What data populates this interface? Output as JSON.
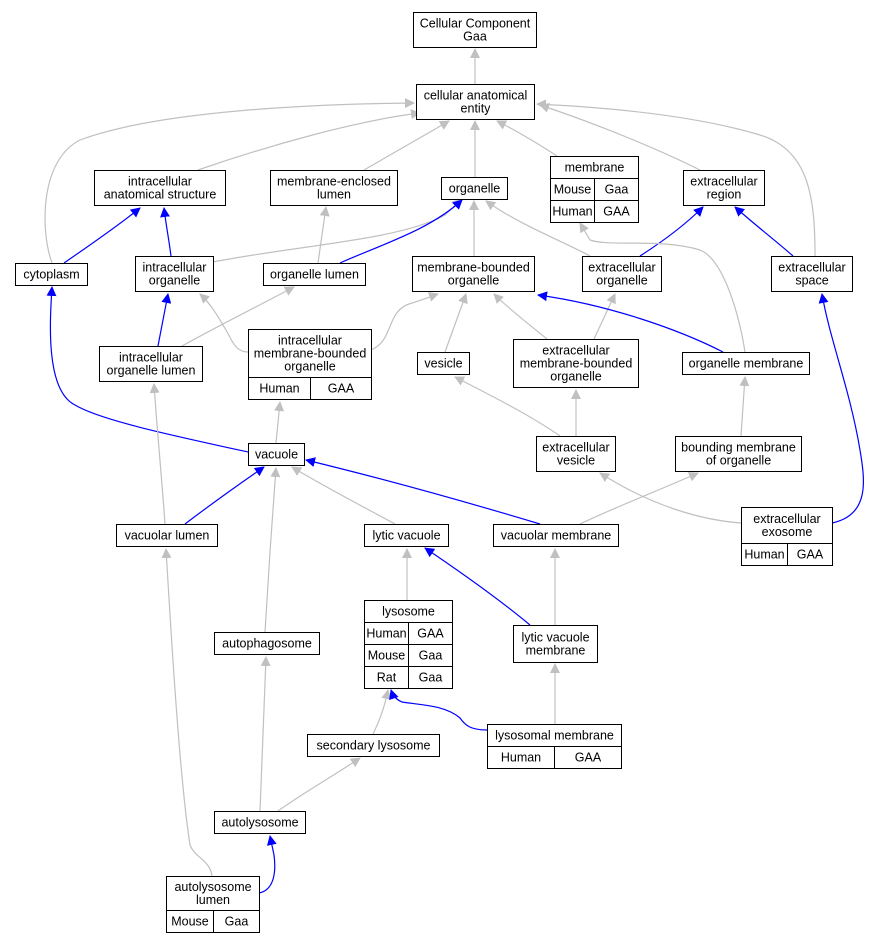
{
  "colors": {
    "blue_edge": "#0000ff",
    "grey_edge": "#c0c0c0",
    "Human": "#ff6347",
    "Mouse": "#add8e6",
    "Rat": "#ffd700"
  },
  "nodes": {
    "cellular_component": [
      "Cellular Component",
      "Gaa"
    ],
    "cellular_anatomical_entity": [
      "cellular anatomical",
      "entity"
    ],
    "intracellular_anatomical_structure": [
      "intracellular",
      "anatomical structure"
    ],
    "membrane_enclosed_lumen": [
      "membrane-enclosed",
      "lumen"
    ],
    "organelle": [
      "organelle"
    ],
    "membrane": [
      "membrane"
    ],
    "extracellular_region": [
      "extracellular",
      "region"
    ],
    "cytoplasm": [
      "cytoplasm"
    ],
    "intracellular_organelle": [
      "intracellular",
      "organelle"
    ],
    "organelle_lumen": [
      "organelle lumen"
    ],
    "membrane_bounded_organelle": [
      "membrane-bounded",
      "organelle"
    ],
    "extracellular_organelle": [
      "extracellular",
      "organelle"
    ],
    "extracellular_space": [
      "extracellular",
      "space"
    ],
    "intracellular_organelle_lumen": [
      "intracellular",
      "organelle lumen"
    ],
    "intracellular_membrane_bounded_organelle": [
      "intracellular",
      "membrane-bounded",
      "organelle"
    ],
    "vesicle": [
      "vesicle"
    ],
    "extracellular_membrane_bounded_organelle": [
      "extracellular",
      "membrane-bounded",
      "organelle"
    ],
    "organelle_membrane": [
      "organelle membrane"
    ],
    "vacuole": [
      "vacuole"
    ],
    "extracellular_vesicle": [
      "extracellular",
      "vesicle"
    ],
    "bounding_membrane_of_organelle": [
      "bounding membrane",
      "of organelle"
    ],
    "vacuolar_lumen": [
      "vacuolar lumen"
    ],
    "lytic_vacuole": [
      "lytic vacuole"
    ],
    "vacuolar_membrane": [
      "vacuolar membrane"
    ],
    "extracellular_exosome": [
      "extracellular",
      "exosome"
    ],
    "lysosome": [
      "lysosome"
    ],
    "autophagosome": [
      "autophagosome"
    ],
    "lytic_vacuole_membrane": [
      "lytic vacuole",
      "membrane"
    ],
    "secondary_lysosome": [
      "secondary lysosome"
    ],
    "lysosomal_membrane": [
      "lysosomal membrane"
    ],
    "autolysosome": [
      "autolysosome"
    ],
    "autolysosome_lumen": [
      "autolysosome",
      "lumen"
    ]
  },
  "annotations": {
    "membrane": [
      [
        "Mouse",
        "Gaa"
      ],
      [
        "Human",
        "GAA"
      ]
    ],
    "intracellular_membrane_bounded_organelle": [
      [
        "Human",
        "GAA"
      ]
    ],
    "extracellular_exosome": [
      [
        "Human",
        "GAA"
      ]
    ],
    "lysosome": [
      [
        "Human",
        "GAA"
      ],
      [
        "Mouse",
        "Gaa"
      ],
      [
        "Rat",
        "Gaa"
      ]
    ],
    "lysosomal_membrane": [
      [
        "Human",
        "GAA"
      ]
    ],
    "autolysosome_lumen": [
      [
        "Mouse",
        "Gaa"
      ]
    ]
  },
  "edges": [
    {
      "from": "cellular_anatomical_entity",
      "to": "cellular_component",
      "color": "grey"
    },
    {
      "from": "intracellular_anatomical_structure",
      "to": "cellular_anatomical_entity",
      "color": "grey"
    },
    {
      "from": "membrane_enclosed_lumen",
      "to": "cellular_anatomical_entity",
      "color": "grey"
    },
    {
      "from": "organelle",
      "to": "cellular_anatomical_entity",
      "color": "grey"
    },
    {
      "from": "membrane",
      "to": "cellular_anatomical_entity",
      "color": "grey"
    },
    {
      "from": "extracellular_region",
      "to": "cellular_anatomical_entity",
      "color": "grey"
    },
    {
      "from": "cytoplasm",
      "to": "cellular_anatomical_entity",
      "color": "grey"
    },
    {
      "from": "extracellular_space",
      "to": "cellular_anatomical_entity",
      "color": "grey"
    },
    {
      "from": "cytoplasm",
      "to": "intracellular_anatomical_structure",
      "color": "blue"
    },
    {
      "from": "intracellular_organelle",
      "to": "intracellular_anatomical_structure",
      "color": "blue"
    },
    {
      "from": "intracellular_organelle",
      "to": "organelle",
      "color": "grey"
    },
    {
      "from": "organelle_lumen",
      "to": "organelle",
      "color": "blue"
    },
    {
      "from": "organelle_lumen",
      "to": "membrane_enclosed_lumen",
      "color": "grey"
    },
    {
      "from": "membrane_bounded_organelle",
      "to": "organelle",
      "color": "grey"
    },
    {
      "from": "extracellular_organelle",
      "to": "organelle",
      "color": "grey"
    },
    {
      "from": "extracellular_organelle",
      "to": "extracellular_region",
      "color": "blue"
    },
    {
      "from": "extracellular_space",
      "to": "extracellular_region",
      "color": "blue"
    },
    {
      "from": "intracellular_organelle_lumen",
      "to": "intracellular_organelle",
      "color": "blue"
    },
    {
      "from": "intracellular_organelle_lumen",
      "to": "organelle_lumen",
      "color": "grey"
    },
    {
      "from": "intracellular_membrane_bounded_organelle",
      "to": "intracellular_organelle",
      "color": "grey"
    },
    {
      "from": "intracellular_membrane_bounded_organelle",
      "to": "membrane_bounded_organelle",
      "color": "grey"
    },
    {
      "from": "vesicle",
      "to": "membrane_bounded_organelle",
      "color": "grey"
    },
    {
      "from": "extracellular_membrane_bounded_organelle",
      "to": "membrane_bounded_organelle",
      "color": "grey"
    },
    {
      "from": "extracellular_membrane_bounded_organelle",
      "to": "extracellular_organelle",
      "color": "grey"
    },
    {
      "from": "organelle_membrane",
      "to": "membrane_bounded_organelle",
      "color": "blue"
    },
    {
      "from": "organelle_membrane",
      "to": "membrane",
      "color": "grey"
    },
    {
      "from": "vacuole",
      "to": "cytoplasm",
      "color": "blue"
    },
    {
      "from": "vacuole",
      "to": "intracellular_membrane_bounded_organelle",
      "color": "grey"
    },
    {
      "from": "extracellular_vesicle",
      "to": "vesicle",
      "color": "grey"
    },
    {
      "from": "extracellular_vesicle",
      "to": "extracellular_membrane_bounded_organelle",
      "color": "grey"
    },
    {
      "from": "bounding_membrane_of_organelle",
      "to": "organelle_membrane",
      "color": "grey"
    },
    {
      "from": "vacuolar_lumen",
      "to": "intracellular_organelle_lumen",
      "color": "grey"
    },
    {
      "from": "vacuolar_lumen",
      "to": "vacuole",
      "color": "blue"
    },
    {
      "from": "lytic_vacuole",
      "to": "vacuole",
      "color": "grey"
    },
    {
      "from": "vacuolar_membrane",
      "to": "vacuole",
      "color": "blue"
    },
    {
      "from": "vacuolar_membrane",
      "to": "bounding_membrane_of_organelle",
      "color": "grey"
    },
    {
      "from": "extracellular_exosome",
      "to": "extracellular_vesicle",
      "color": "grey"
    },
    {
      "from": "extracellular_exosome",
      "to": "extracellular_space",
      "color": "blue"
    },
    {
      "from": "lysosome",
      "to": "lytic_vacuole",
      "color": "grey"
    },
    {
      "from": "autophagosome",
      "to": "vacuole",
      "color": "grey"
    },
    {
      "from": "lytic_vacuole_membrane",
      "to": "lytic_vacuole",
      "color": "blue"
    },
    {
      "from": "lytic_vacuole_membrane",
      "to": "vacuolar_membrane",
      "color": "grey"
    },
    {
      "from": "secondary_lysosome",
      "to": "lysosome",
      "color": "grey"
    },
    {
      "from": "lysosomal_membrane",
      "to": "lysosome",
      "color": "blue"
    },
    {
      "from": "lysosomal_membrane",
      "to": "lytic_vacuole_membrane",
      "color": "grey"
    },
    {
      "from": "autolysosome",
      "to": "autophagosome",
      "color": "grey"
    },
    {
      "from": "autolysosome",
      "to": "secondary_lysosome",
      "color": "grey"
    },
    {
      "from": "autolysosome_lumen",
      "to": "vacuolar_lumen",
      "color": "grey"
    },
    {
      "from": "autolysosome_lumen",
      "to": "autolysosome",
      "color": "blue"
    }
  ]
}
